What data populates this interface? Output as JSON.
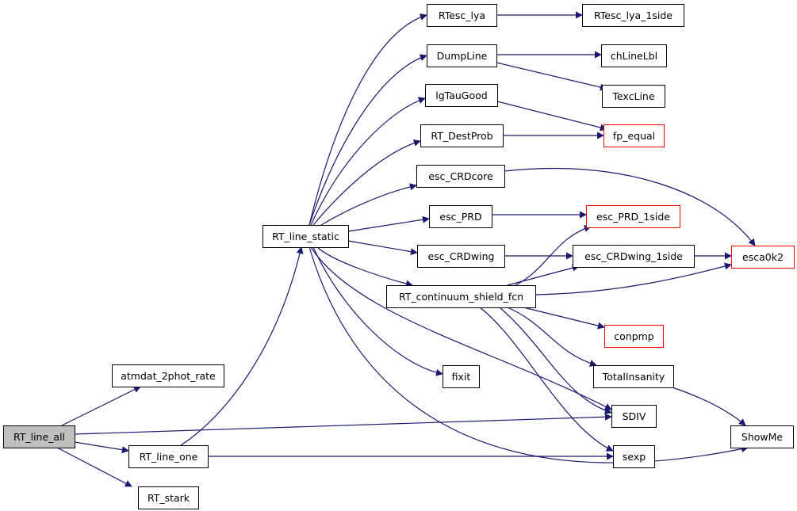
{
  "diagram": {
    "colors": {
      "edge": "#191970",
      "arrowhead": "#191970",
      "node_border": "#000000",
      "node_border_truncated": "#ff0000",
      "node_fill": "#ffffff",
      "root_fill": "#bfbfbf"
    },
    "nodes": [
      {
        "id": "RT_line_all",
        "label": "RT_line_all",
        "root": true
      },
      {
        "id": "atmdat_2phot_rate",
        "label": "atmdat_2phot_rate"
      },
      {
        "id": "RT_line_one",
        "label": "RT_line_one"
      },
      {
        "id": "RT_stark",
        "label": "RT_stark"
      },
      {
        "id": "RT_line_static",
        "label": "RT_line_static"
      },
      {
        "id": "RTesc_lya",
        "label": "RTesc_lya"
      },
      {
        "id": "RTesc_lya_1side",
        "label": "RTesc_lya_1side"
      },
      {
        "id": "DumpLine",
        "label": "DumpLine"
      },
      {
        "id": "chLineLbl",
        "label": "chLineLbl"
      },
      {
        "id": "TexcLine",
        "label": "TexcLine"
      },
      {
        "id": "lgTauGood",
        "label": "lgTauGood"
      },
      {
        "id": "fp_equal",
        "label": "fp_equal",
        "truncated": true
      },
      {
        "id": "RT_DestProb",
        "label": "RT_DestProb"
      },
      {
        "id": "esc_CRDcore",
        "label": "esc_CRDcore"
      },
      {
        "id": "esca0k2",
        "label": "esca0k2",
        "truncated": true
      },
      {
        "id": "esc_PRD",
        "label": "esc_PRD"
      },
      {
        "id": "esc_PRD_1side",
        "label": "esc_PRD_1side",
        "truncated": true
      },
      {
        "id": "esc_CRDwing",
        "label": "esc_CRDwing"
      },
      {
        "id": "esc_CRDwing_1side",
        "label": "esc_CRDwing_1side"
      },
      {
        "id": "RT_continuum_shield_fcn",
        "label": "RT_continuum_shield_fcn"
      },
      {
        "id": "conpmp",
        "label": "conpmp",
        "truncated": true
      },
      {
        "id": "fixit",
        "label": "fixit"
      },
      {
        "id": "TotalInsanity",
        "label": "TotalInsanity"
      },
      {
        "id": "SDIV",
        "label": "SDIV"
      },
      {
        "id": "ShowMe",
        "label": "ShowMe"
      },
      {
        "id": "sexp",
        "label": "sexp"
      }
    ],
    "edges": [
      {
        "from": "RT_line_all",
        "to": "atmdat_2phot_rate"
      },
      {
        "from": "RT_line_all",
        "to": "SDIV"
      },
      {
        "from": "RT_line_all",
        "to": "RT_line_one"
      },
      {
        "from": "RT_line_all",
        "to": "RT_stark"
      },
      {
        "from": "RT_line_one",
        "to": "RT_line_static"
      },
      {
        "from": "RT_line_one",
        "to": "sexp"
      },
      {
        "from": "RT_line_static",
        "to": "RTesc_lya"
      },
      {
        "from": "RT_line_static",
        "to": "DumpLine"
      },
      {
        "from": "RT_line_static",
        "to": "lgTauGood"
      },
      {
        "from": "RT_line_static",
        "to": "RT_DestProb"
      },
      {
        "from": "RT_line_static",
        "to": "esc_CRDcore"
      },
      {
        "from": "RT_line_static",
        "to": "esc_PRD"
      },
      {
        "from": "RT_line_static",
        "to": "esc_CRDwing"
      },
      {
        "from": "RT_line_static",
        "to": "RT_continuum_shield_fcn"
      },
      {
        "from": "RT_line_static",
        "to": "fixit"
      },
      {
        "from": "RT_line_static",
        "to": "SDIV"
      },
      {
        "from": "RT_line_static",
        "to": "ShowMe"
      },
      {
        "from": "RTesc_lya",
        "to": "RTesc_lya_1side"
      },
      {
        "from": "DumpLine",
        "to": "chLineLbl"
      },
      {
        "from": "DumpLine",
        "to": "TexcLine"
      },
      {
        "from": "lgTauGood",
        "to": "fp_equal"
      },
      {
        "from": "RT_DestProb",
        "to": "fp_equal"
      },
      {
        "from": "esc_CRDcore",
        "to": "esca0k2"
      },
      {
        "from": "esc_PRD",
        "to": "esc_PRD_1side"
      },
      {
        "from": "esc_CRDwing",
        "to": "esc_CRDwing_1side"
      },
      {
        "from": "esc_CRDwing_1side",
        "to": "esca0k2"
      },
      {
        "from": "RT_continuum_shield_fcn",
        "to": "esc_PRD_1side"
      },
      {
        "from": "RT_continuum_shield_fcn",
        "to": "esc_CRDwing_1side"
      },
      {
        "from": "RT_continuum_shield_fcn",
        "to": "esca0k2"
      },
      {
        "from": "RT_continuum_shield_fcn",
        "to": "conpmp"
      },
      {
        "from": "RT_continuum_shield_fcn",
        "to": "TotalInsanity"
      },
      {
        "from": "RT_continuum_shield_fcn",
        "to": "SDIV"
      },
      {
        "from": "RT_continuum_shield_fcn",
        "to": "sexp"
      },
      {
        "from": "TotalInsanity",
        "to": "ShowMe"
      }
    ]
  }
}
